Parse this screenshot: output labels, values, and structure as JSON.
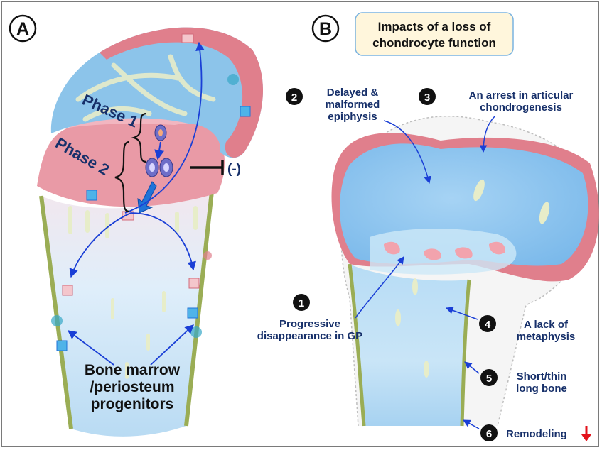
{
  "panels": {
    "a": {
      "letter": "A"
    },
    "b": {
      "letter": "B"
    }
  },
  "panel_a": {
    "phase1_label": "Phase 1",
    "phase2_label": "Phase 2",
    "inhibit_label": "(-)",
    "progenitors_lines": [
      "Bone marrow",
      "/periosteum",
      "progenitors"
    ]
  },
  "panel_b": {
    "title_lines": [
      "Impacts of a loss of",
      "chondrocyte function"
    ],
    "impacts": [
      {
        "number": "1",
        "lines": [
          "Progressive",
          "disappearance in GP"
        ]
      },
      {
        "number": "2",
        "lines": [
          "Delayed &",
          "malformed",
          "epiphysis"
        ]
      },
      {
        "number": "3",
        "lines": [
          "An arrest in articular",
          "chondrogenesis"
        ]
      },
      {
        "number": "4",
        "lines": [
          "A lack of",
          "metaphysis"
        ]
      },
      {
        "number": "5",
        "lines": [
          "Short/thin",
          "long bone"
        ]
      },
      {
        "number": "6",
        "lines": [
          "Remodeling"
        ]
      }
    ]
  },
  "colors": {
    "cartilage_pink": "#e07f8c",
    "cartilage_light": "#f4c6cc",
    "bone_blue": "#8cc4ea",
    "marrow_blue": "#cfe7f6",
    "cortex_green": "#9aad55",
    "label_navy": "#17306a",
    "arrow_blue": "#1a3fd6",
    "title_box_fill": "#fff6dc",
    "title_box_stroke": "#7ab3e0",
    "remodeling_down_arrow": "#e3121b"
  },
  "icons": {
    "remodeling_indicator": "down-arrow-red-icon",
    "inhibition": "inhibition-bar-icon",
    "progenitor_cells": "cell-icon"
  }
}
